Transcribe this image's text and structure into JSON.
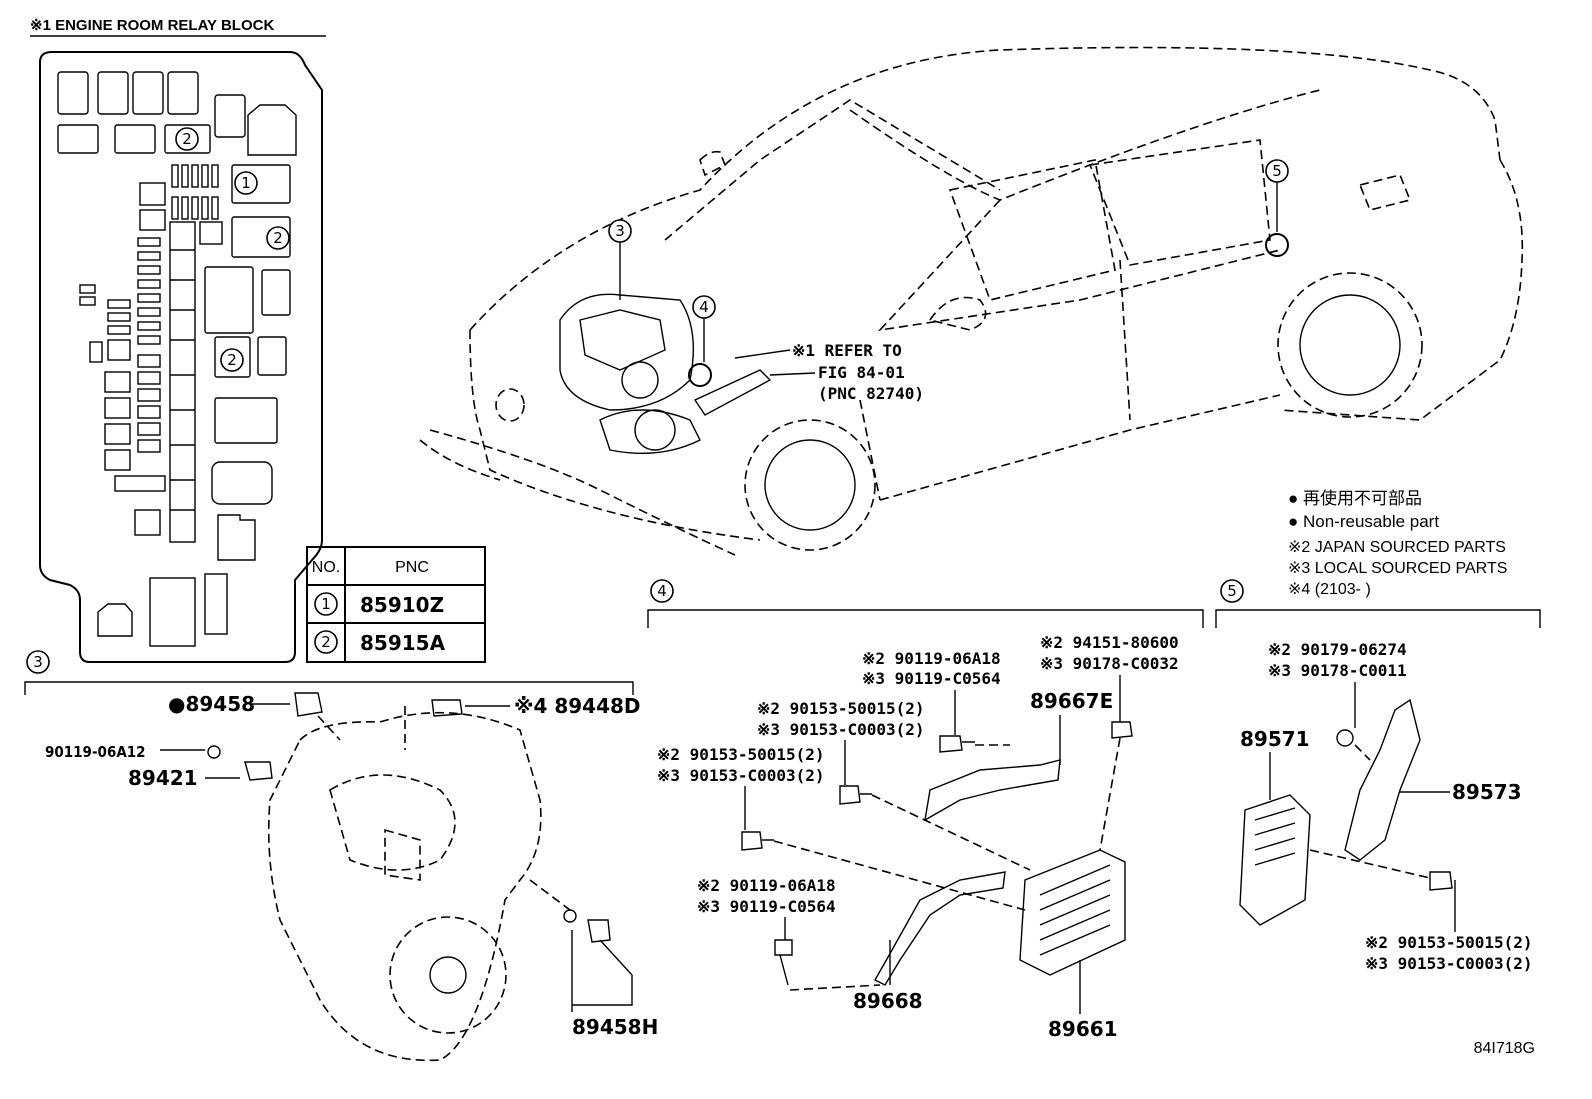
{
  "relay_block": {
    "title": "※1 ENGINE ROOM RELAY BLOCK",
    "table": {
      "headers": [
        "NO.",
        "PNC"
      ],
      "rows": [
        {
          "no": "1",
          "pnc": "85910Z"
        },
        {
          "no": "2",
          "pnc": "85915A"
        }
      ]
    },
    "block_markers": [
      "2",
      "1",
      "2",
      "2"
    ]
  },
  "car": {
    "callouts": [
      "3",
      "4",
      "5"
    ],
    "refer_note": [
      "※1 REFER TO",
      "FIG 84-01",
      "(PNC 82740)"
    ]
  },
  "legend": {
    "lines": [
      "● 再使用不可部品",
      "● Non-reusable part",
      "※2 JAPAN SOURCED PARTS",
      "※3 LOCAL SOURCED PARTS",
      "※4 (2103-      )"
    ]
  },
  "section3": {
    "marker": "3",
    "labels": {
      "p89458": "●89458",
      "p89448d": "※4 89448D",
      "p9011906a12": "90119-06A12",
      "p89421": "89421",
      "p89458h": "89458H"
    }
  },
  "section4": {
    "marker": "4",
    "labels": {
      "a1": "※2 94151-80600",
      "a2": "※3 90178-C0032",
      "b1": "※2 90119-06A18",
      "b2": "※3 90119-C0564",
      "c1": "※2 90153-50015(2)",
      "c2": "※3 90153-C0003(2)",
      "d1": "※2 90153-50015(2)",
      "d2": "※3 90153-C0003(2)",
      "e1": "※2 90119-06A18",
      "e2": "※3 90119-C0564",
      "p89667e": "89667E",
      "p89668": "89668",
      "p89661": "89661"
    }
  },
  "section5": {
    "marker": "5",
    "labels": {
      "a1": "※2 90179-06274",
      "a2": "※3 90178-C0011",
      "p89571": "89571",
      "p89573": "89573",
      "b1": "※2 90153-50015(2)",
      "b2": "※3 90153-C0003(2)"
    }
  },
  "figure_code": "84I718G"
}
